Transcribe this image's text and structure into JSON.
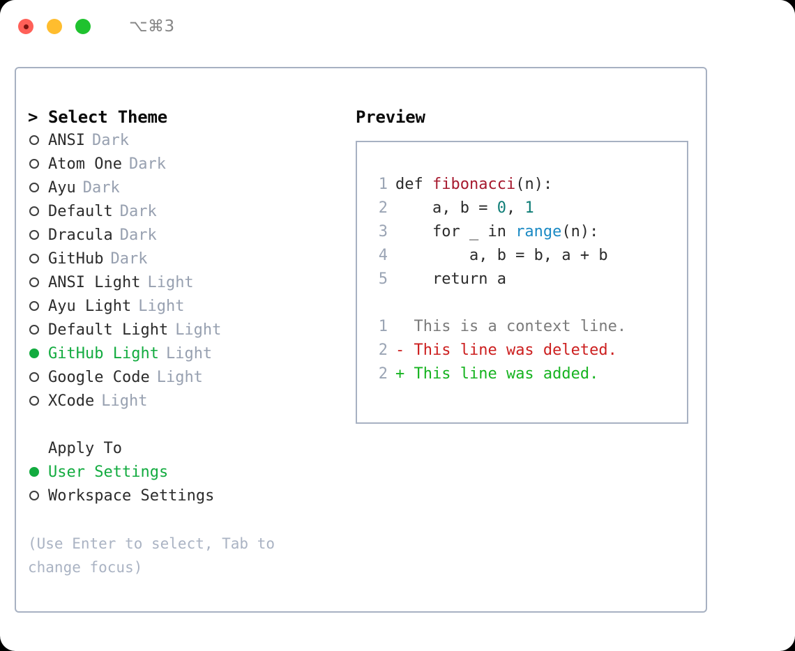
{
  "window": {
    "title": "⌥⌘3",
    "traffic_lights": [
      {
        "name": "close",
        "color": "#ff6058"
      },
      {
        "name": "minimize",
        "color": "#ffbd2e"
      },
      {
        "name": "maximize",
        "color": "#1fc22f"
      }
    ]
  },
  "theme_list": {
    "heading": "Select Theme",
    "heading_prefix": ">",
    "options": [
      {
        "label": "ANSI",
        "tag": "Dark",
        "selected": false
      },
      {
        "label": "Atom One",
        "tag": "Dark",
        "selected": false
      },
      {
        "label": "Ayu",
        "tag": "Dark",
        "selected": false
      },
      {
        "label": "Default",
        "tag": "Dark",
        "selected": false
      },
      {
        "label": "Dracula",
        "tag": "Dark",
        "selected": false
      },
      {
        "label": "GitHub",
        "tag": "Dark",
        "selected": false
      },
      {
        "label": "ANSI Light",
        "tag": "Light",
        "selected": false
      },
      {
        "label": "Ayu Light",
        "tag": "Light",
        "selected": false
      },
      {
        "label": "Default Light",
        "tag": "Light",
        "selected": false
      },
      {
        "label": "GitHub Light",
        "tag": "Light",
        "selected": true
      },
      {
        "label": "Google Code",
        "tag": "Light",
        "selected": false
      },
      {
        "label": "XCode",
        "tag": "Light",
        "selected": false
      }
    ]
  },
  "apply_to": {
    "heading": "Apply To",
    "options": [
      {
        "label": "User Settings",
        "selected": true
      },
      {
        "label": "Workspace Settings",
        "selected": false
      }
    ]
  },
  "hint": "(Use Enter to select, Tab to change focus)",
  "preview": {
    "heading": "Preview",
    "code_lines": [
      {
        "no": "1",
        "segments": [
          {
            "text": "def ",
            "kind": "plain"
          },
          {
            "text": "fibonacci",
            "kind": "fn"
          },
          {
            "text": "(n):",
            "kind": "plain"
          }
        ]
      },
      {
        "no": "2",
        "segments": [
          {
            "text": "    a, b = ",
            "kind": "plain"
          },
          {
            "text": "0",
            "kind": "num"
          },
          {
            "text": ", ",
            "kind": "plain"
          },
          {
            "text": "1",
            "kind": "num"
          }
        ]
      },
      {
        "no": "3",
        "segments": [
          {
            "text": "    for _ in ",
            "kind": "plain"
          },
          {
            "text": "range",
            "kind": "call"
          },
          {
            "text": "(n):",
            "kind": "plain"
          }
        ]
      },
      {
        "no": "4",
        "segments": [
          {
            "text": "        a, b = b, a + b",
            "kind": "plain"
          }
        ]
      },
      {
        "no": "5",
        "segments": [
          {
            "text": "    return a",
            "kind": "plain"
          }
        ]
      }
    ],
    "diff_lines": [
      {
        "no": "1",
        "marker": " ",
        "text": " This is a context line.",
        "kind": "context"
      },
      {
        "no": "2",
        "marker": "-",
        "text": " This line was deleted.",
        "kind": "del"
      },
      {
        "no": "2",
        "marker": "+",
        "text": " This line was added.",
        "kind": "add"
      }
    ]
  },
  "colors": {
    "accent_green": "#12ab3f",
    "border": "#a7b1c2",
    "muted": "#97a0b0",
    "fn_red": "#a6192e",
    "num_teal": "#0e7d76",
    "call_blue": "#1b8ac4",
    "diff_del": "#cc1f1f",
    "diff_add": "#16b320"
  }
}
